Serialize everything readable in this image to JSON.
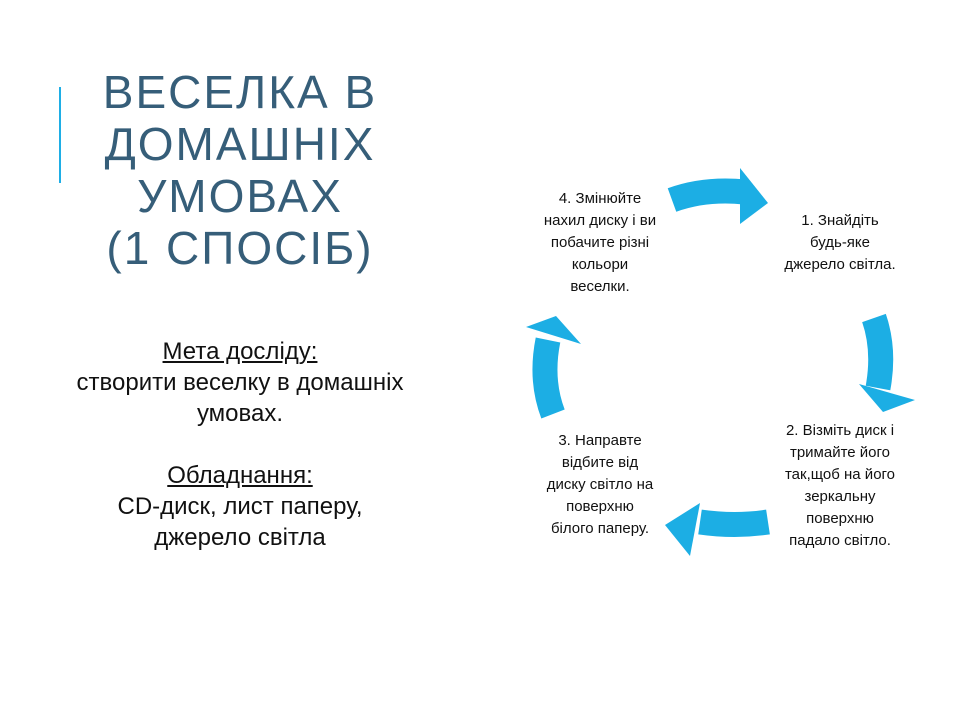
{
  "title_lines": [
    "ВЕСЕЛКА В",
    "ДОМАШНІХ",
    "УМОВАХ",
    "(1 СПОСІБ)"
  ],
  "goal": {
    "heading": "Мета досліду:",
    "lines": [
      "створити веселку в домашніх",
      "умовах."
    ]
  },
  "equipment": {
    "heading": "Обладнання:",
    "lines": [
      "CD-диск, лист паперу,",
      "джерело світла"
    ]
  },
  "cycle": {
    "steps": [
      {
        "lines": [
          "1. Знайдіть",
          "будь-яке",
          "джерело світла."
        ]
      },
      {
        "lines": [
          "2. Візміть диск і",
          "тримайте його",
          "так,щоб на його",
          "зеркальну",
          "поверхню",
          "падало світло."
        ]
      },
      {
        "lines": [
          "3. Направте",
          "відбите від",
          "диску світло на",
          "поверхню",
          "білого паперу."
        ]
      },
      {
        "lines": [
          "4. Змінюйте",
          "нахил диску і ви",
          "побачите різні",
          "кольори",
          "веселки."
        ]
      }
    ]
  },
  "colors": {
    "title": "#365e79",
    "accent": "#1eaee6",
    "arrow": "#1caee4"
  }
}
